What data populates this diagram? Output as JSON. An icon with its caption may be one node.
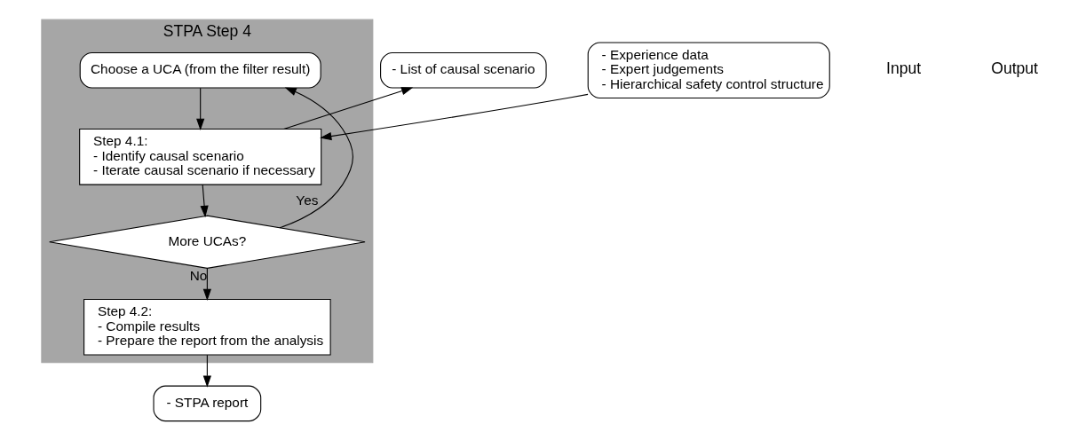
{
  "diagram": {
    "nodes": [
      {
        "text": [
          "STPA Step 4"
        ]
      },
      {
        "text": [
          "Choose a UCA (from the filter result)"
        ],
        "in": 0
      },
      {
        "text": [
          "Step 4.1:",
          "- Identify causal scenario",
          "- Iterate causal scenario if necessary"
        ],
        "in": 0
      },
      {
        "text": [
          "More UCAs?"
        ],
        "in": 0
      },
      {
        "text": [
          "Step 4.2:",
          "- Compile results",
          "- Prepare the report from the analysis"
        ],
        "in": 0
      },
      {
        "text": [
          "- Experience data",
          "- Expert judgements",
          "- Hierarchical safety control structure"
        ]
      },
      {
        "text": [
          "- List of causal scenario"
        ]
      },
      {
        "text": [
          "- STPA report"
        ]
      }
    ],
    "edges": [
      {
        "from": 5,
        "to": 2,
        "arrow": "to"
      },
      {
        "from": 1,
        "to": 2,
        "arrow": "to"
      },
      {
        "from": 2,
        "to": 3,
        "arrow": "to"
      },
      {
        "from": 3,
        "to": 1,
        "arrow": "to",
        "label": "Yes"
      },
      {
        "from": 3,
        "to": 4,
        "arrow": "to",
        "label": "No"
      },
      {
        "from": 2,
        "to": 6,
        "arrow": "to"
      },
      {
        "from": 4,
        "to": 7,
        "arrow": "to"
      }
    ],
    "labels": [
      "Input",
      "Output"
    ]
  }
}
